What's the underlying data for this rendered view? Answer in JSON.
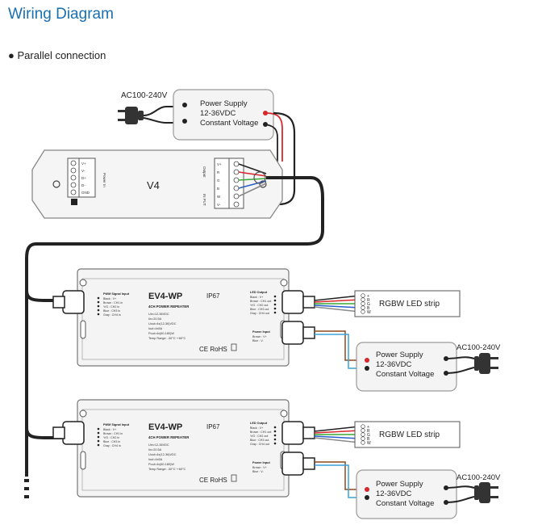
{
  "title": "Wiring Diagram",
  "section": {
    "bullet": "●",
    "label": "Parallel connection"
  },
  "top_supply": {
    "ac_label": "AC100-240V",
    "box_lines": [
      "Power Supply",
      "12-36VDC",
      "Constant Voltage"
    ]
  },
  "controller": {
    "name": "V4",
    "left_terminals": [
      "V+",
      "V-",
      "D+",
      "D-",
      "GND"
    ],
    "right_terminals": [
      "V+",
      "R",
      "G",
      "B",
      "W",
      "V-"
    ],
    "left_caption": "Power In",
    "right_caption_1": "Output",
    "right_caption_2": "IN PUT"
  },
  "repeaters": [
    {
      "model": "EV4-WP",
      "ip": "IP67",
      "subtitle": "4CH POWER REPEATER",
      "input_title": "PWM Signal Input",
      "input_rows": [
        "Black : V+",
        "Brown : CH1 in",
        "Y/G : CH2 in",
        "Blue : CH3 in",
        "Gray : CH4 in"
      ],
      "specs": [
        "Uin=12-36VDC",
        "Iin=20.5A",
        "Uout=4x(12-36)VDC",
        "Iout=4x5A",
        "Pout=4x(60-180)W",
        "Temp Range: -30°C~+60°C"
      ],
      "output_title": "LED Output",
      "output_rows": [
        "Black : V+",
        "Brown : CH1 out",
        "Y/G : CH2 out",
        "Blue : CH3 out",
        "Gray : CH4 out"
      ],
      "power_title": "Power Input",
      "power_rows": [
        "Brown : V+",
        "Blue : V-"
      ],
      "cert": "CE RoHS",
      "strip_label": "RGBW LED strip",
      "strip_pins": [
        "+",
        "R",
        "G",
        "B",
        "W"
      ],
      "supply_lines": [
        "Power Supply",
        "12-36VDC",
        "Constant Voltage"
      ],
      "ac_label": "AC100-240V"
    },
    {
      "model": "EV4-WP",
      "ip": "IP67",
      "subtitle": "4CH POWER REPEATER",
      "input_title": "PWM Signal Input",
      "input_rows": [
        "Black : V+",
        "Brown : CH1 in",
        "Y/G : CH2 in",
        "Blue : CH3 in",
        "Gray : CH4 in"
      ],
      "specs": [
        "Uin=12-36VDC",
        "Iin=20.5A",
        "Uout=4x(12-36)VDC",
        "Iout=4x5A",
        "Pout=4x(60-180)W",
        "Temp Range: -30°C~+60°C"
      ],
      "output_title": "LED Output",
      "output_rows": [
        "Black : V+",
        "Brown : CH1 out",
        "Y/G : CH2 out",
        "Blue : CH3 out",
        "Gray : CH4 out"
      ],
      "power_title": "Power Input",
      "power_rows": [
        "Brown : V+",
        "Blue : V-"
      ],
      "cert": "CE RoHS",
      "strip_label": "RGBW LED strip",
      "strip_pins": [
        "+",
        "R",
        "G",
        "B",
        "W"
      ],
      "supply_lines": [
        "Power Supply",
        "12-36VDC",
        "Constant Voltage"
      ],
      "ac_label": "AC100-240V"
    }
  ],
  "colors": {
    "title": "#1a6fb0",
    "wire_red": "#d9262c",
    "wire_black": "#222222",
    "wire_green": "#3aa935",
    "wire_blue": "#2a5fc9",
    "wire_brown": "#8b4a1f",
    "wire_cyan": "#3aa0d8",
    "wire_gray": "#8a8a8a",
    "housing": "#f2f2f2"
  }
}
